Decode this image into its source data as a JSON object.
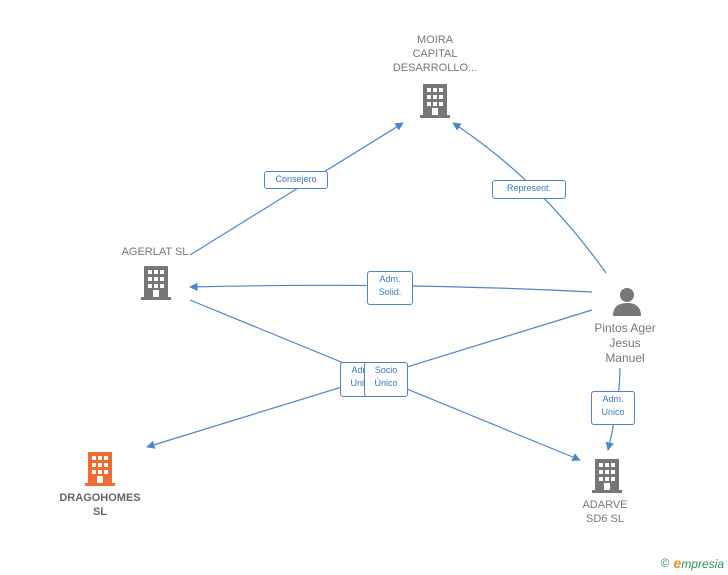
{
  "nodes": {
    "moira": {
      "label": "MOIRA\nCAPITAL\nDESARROLLO...",
      "type": "company"
    },
    "agerlat": {
      "label": "AGERLAT SL",
      "type": "company"
    },
    "dragohomes": {
      "label": "DRAGOHOMES\nSL",
      "type": "company-main"
    },
    "adarve": {
      "label": "ADARVE\nSD6  SL",
      "type": "company"
    },
    "pintos": {
      "label": "Pintos Ager\nJesus\nManuel",
      "type": "person"
    }
  },
  "edges": {
    "consejero": "Consejero",
    "represent": "Represent.",
    "adm_solid": "Adm.\nSolid.",
    "adm_unico_hidden": "Adm.\nUnico",
    "socio_unico": "Socio\nÚnico",
    "adm_unico": "Adm.\nUnico"
  },
  "colors": {
    "edge": "#4a86c8",
    "company_icon": "#777777",
    "main_icon": "#f26b32"
  },
  "footer": {
    "copyright": "©",
    "brand_e": "e",
    "brand_rest": "mpresia"
  }
}
